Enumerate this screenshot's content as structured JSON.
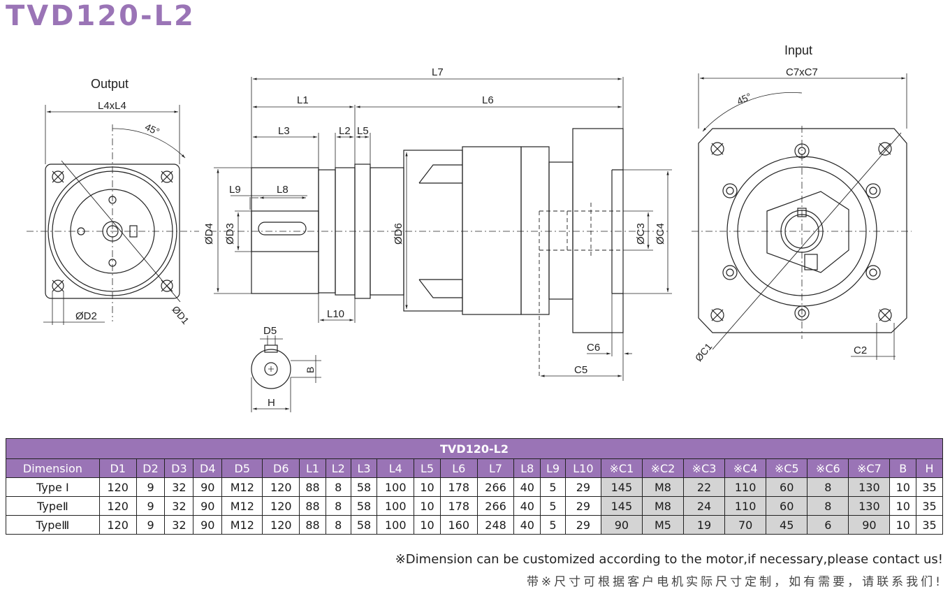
{
  "title": "TVD120-L2",
  "drawing": {
    "output_view": {
      "heading": "Output",
      "width_label": "L4xL4",
      "angle_label": "45°",
      "d1_label": "ØD1",
      "d2_label": "ØD2"
    },
    "side_view": {
      "l7": "L7",
      "l1": "L1",
      "l6": "L6",
      "l3": "L3",
      "l2": "L2",
      "l5": "L5",
      "l9": "L9",
      "l8": "L8",
      "d4": "ØD4",
      "d3": "ØD3",
      "d6": "ØD6",
      "c3": "ØC3",
      "c4": "ØC4",
      "l10": "L10",
      "c6": "C6",
      "c5": "C5"
    },
    "key_view": {
      "d5": "D5",
      "b": "B",
      "h": "H"
    },
    "input_view": {
      "heading": "Input",
      "width_label": "C7xC7",
      "angle_label": "45°",
      "c1_label": "ØC1",
      "c2_label": "C2"
    }
  },
  "table": {
    "title": "TVD120-L2",
    "columns": [
      "Dimension",
      "D1",
      "D2",
      "D3",
      "D4",
      "D5",
      "D6",
      "L1",
      "L2",
      "L3",
      "L4",
      "L5",
      "L6",
      "L7",
      "L8",
      "L9",
      "L10",
      "※C1",
      "※C2",
      "※C3",
      "※C4",
      "※C5",
      "※C6",
      "※C7",
      "B",
      "H"
    ],
    "rows": [
      [
        "Type Ⅰ",
        "120",
        "9",
        "32",
        "90",
        "M12",
        "120",
        "88",
        "8",
        "58",
        "100",
        "10",
        "178",
        "266",
        "40",
        "5",
        "29",
        "145",
        "M8",
        "22",
        "110",
        "60",
        "8",
        "130",
        "10",
        "35"
      ],
      [
        "TypeⅡ",
        "120",
        "9",
        "32",
        "90",
        "M12",
        "120",
        "88",
        "8",
        "58",
        "100",
        "10",
        "178",
        "266",
        "40",
        "5",
        "29",
        "145",
        "M8",
        "24",
        "110",
        "60",
        "8",
        "130",
        "10",
        "35"
      ],
      [
        "TypeⅢ",
        "120",
        "9",
        "32",
        "90",
        "M12",
        "120",
        "88",
        "8",
        "58",
        "100",
        "10",
        "160",
        "248",
        "40",
        "5",
        "29",
        "90",
        "M5",
        "19",
        "70",
        "45",
        "6",
        "90",
        "10",
        "35"
      ]
    ]
  },
  "notes": {
    "english": "※Dimension can be customized according to the motor,if necessary,please contact us!",
    "chinese": "带※尺寸可根据客户电机实际尺寸定制，如有需要，请联系我们!"
  },
  "colors": {
    "accent": "#9a74b6",
    "shade": "#d4d4d4",
    "line": "#222222"
  }
}
